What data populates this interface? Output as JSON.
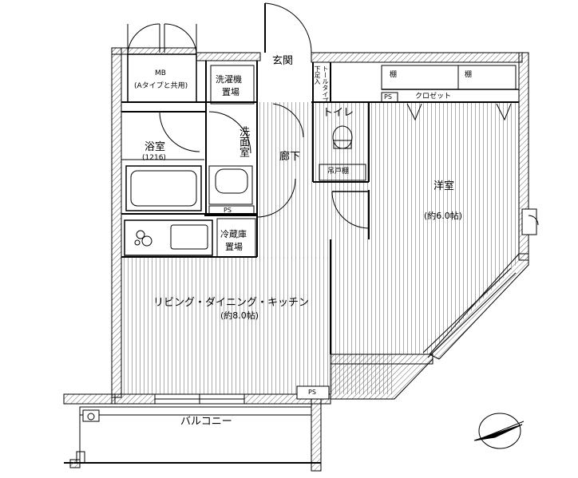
{
  "rooms": {
    "mb": "MB",
    "mb_note": "(Aタイプと共用)",
    "laundry_1": "洗濯機",
    "laundry_2": "置場",
    "entrance": "玄関",
    "shoe_rack": "下足入",
    "tall_closet": "トールタイプ",
    "shelf_1": "棚",
    "shelf_2": "棚",
    "ps_top": "PS",
    "closet": "クロゼット",
    "toilet": "トイレ",
    "bath": "浴室",
    "bath_size": "(1216)",
    "washroom": "洗面室",
    "hallway": "廊下",
    "hanging_shelf": "吊戸棚",
    "western_room": "洋室",
    "western_size": "(約6.0帖)",
    "ps_mid": "PS",
    "fridge_1": "冷蔵庫",
    "fridge_2": "置場",
    "ldk": "リビング・ダイニング・キッチン",
    "ldk_size": "(約8.0帖)",
    "ps_bottom": "PS",
    "balcony": "バルコニー"
  },
  "compass_icon": "north-arrow-icon"
}
